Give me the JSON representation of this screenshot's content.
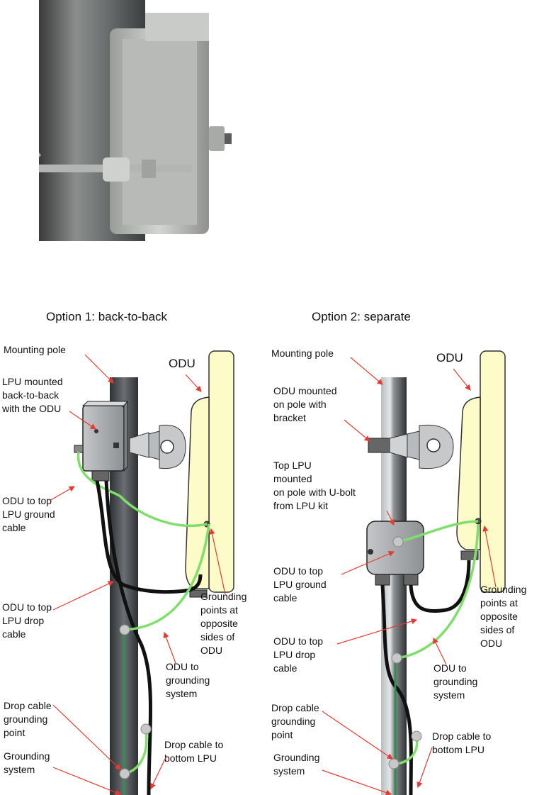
{
  "photo": {
    "alt": "LPU mounted back-to-back with ODU bracket on pole"
  },
  "option1": {
    "title": "Option 1: back-to-back",
    "odu_label": "ODU",
    "labels": {
      "mounting_pole": "Mounting pole",
      "lpu_mounted": [
        "LPU mounted",
        "back-to-back",
        "with the ODU"
      ],
      "ground_cable": [
        "ODU to top",
        "LPU  ground",
        "cable"
      ],
      "drop_cable": [
        "ODU to top",
        "LPU  drop",
        "cable"
      ],
      "grounding_points": [
        "Grounding",
        "points at",
        "opposite",
        "sides of",
        "ODU"
      ],
      "to_grounding": [
        "ODU to",
        "grounding",
        "system"
      ],
      "drop_grounding_point": [
        "Drop cable",
        "grounding",
        "point"
      ],
      "grounding_system": [
        "Grounding",
        "system"
      ],
      "drop_to_bottom": [
        "Drop cable to",
        "bottom LPU"
      ]
    }
  },
  "option2": {
    "title": "Option 2: separate",
    "odu_label": "ODU",
    "labels": {
      "mounting_pole": "Mounting pole",
      "odu_mounted": [
        "ODU mounted",
        "on pole with",
        "bracket"
      ],
      "top_lpu": [
        "Top LPU",
        "mounted",
        "on pole with U-bolt",
        "from LPU kit"
      ],
      "ground_cable": [
        "ODU to top",
        "LPU  ground",
        "cable"
      ],
      "drop_cable": [
        "ODU to top",
        "LPU  drop",
        "cable"
      ],
      "grounding_points": [
        "Grounding",
        "points at",
        "opposite",
        "sides of",
        "ODU"
      ],
      "to_grounding": [
        "ODU to",
        "grounding",
        "system"
      ],
      "drop_grounding_point": [
        "Drop cable",
        "grounding",
        "point"
      ],
      "grounding_system": [
        "Grounding",
        "system"
      ],
      "drop_to_bottom": [
        "Drop cable to",
        "bottom LPU"
      ]
    }
  },
  "colors": {
    "arrow": "#e53b30",
    "ground_cable": "#7ee06a",
    "odu_fill": "#fdfbc8",
    "pole": "#4b4e52"
  }
}
